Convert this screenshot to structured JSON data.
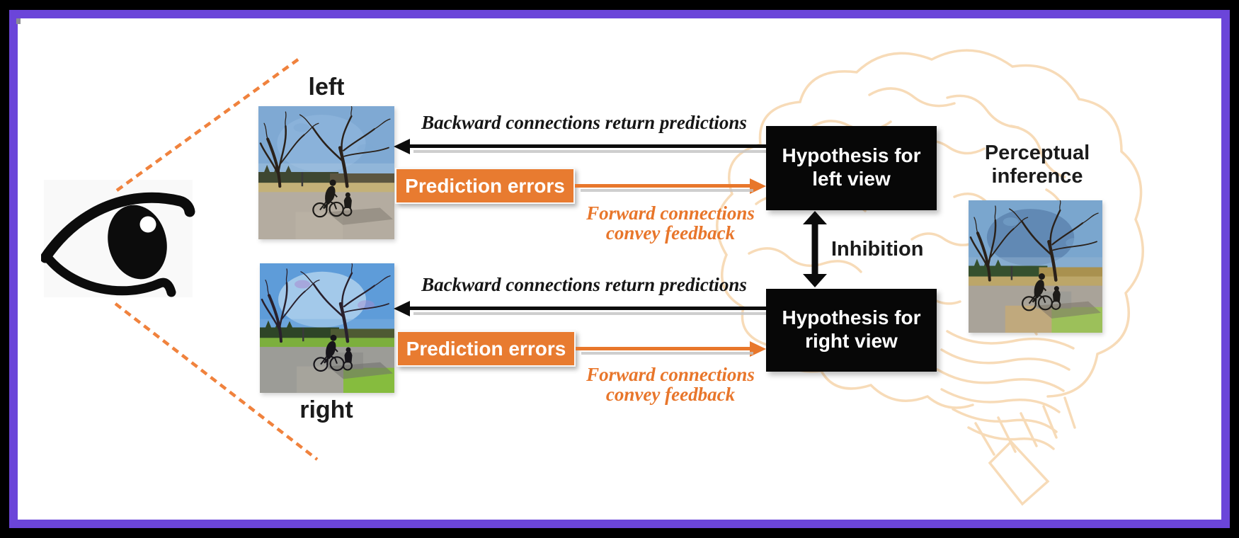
{
  "frame": {
    "outer_bg": "#000000",
    "border_color": "#6B45D9",
    "canvas_bg": "#FFFFFF"
  },
  "palette": {
    "orange": "#E8772B",
    "orange_box": "#E87B30",
    "black": "#0D0D0D",
    "brain_line": "#F6D3A7",
    "dashed_line": "#F0823D"
  },
  "icons": {
    "eye-icon": "black side-profile eye with oval iris and white highlight",
    "brain-icon": "faint light-orange brain line-art in background",
    "arrow-left-icon": "black horizontal arrow pointing left",
    "arrow-right-icon": "orange horizontal arrow pointing right",
    "inhibition-arrow-icon": "black vertical double-headed arrow",
    "sightline-icon": "orange dashed diagonal line"
  },
  "views": {
    "left_label": "left",
    "right_label": "right"
  },
  "rows": [
    {
      "backward": "Backward connections return predictions",
      "prediction_errors": "Prediction errors",
      "forward_line1": "Forward connections",
      "forward_line2": "convey feedback",
      "hypothesis_line1": "Hypothesis for",
      "hypothesis_line2": "left view"
    },
    {
      "backward": "Backward connections return predictions",
      "prediction_errors": "Prediction errors",
      "forward_line1": "Forward connections",
      "forward_line2": "convey feedback",
      "hypothesis_line1": "Hypothesis for",
      "hypothesis_line2": "right view"
    }
  ],
  "inhibition_label": "Inhibition",
  "perceptual": {
    "line1": "Perceptual",
    "line2": "inference"
  }
}
